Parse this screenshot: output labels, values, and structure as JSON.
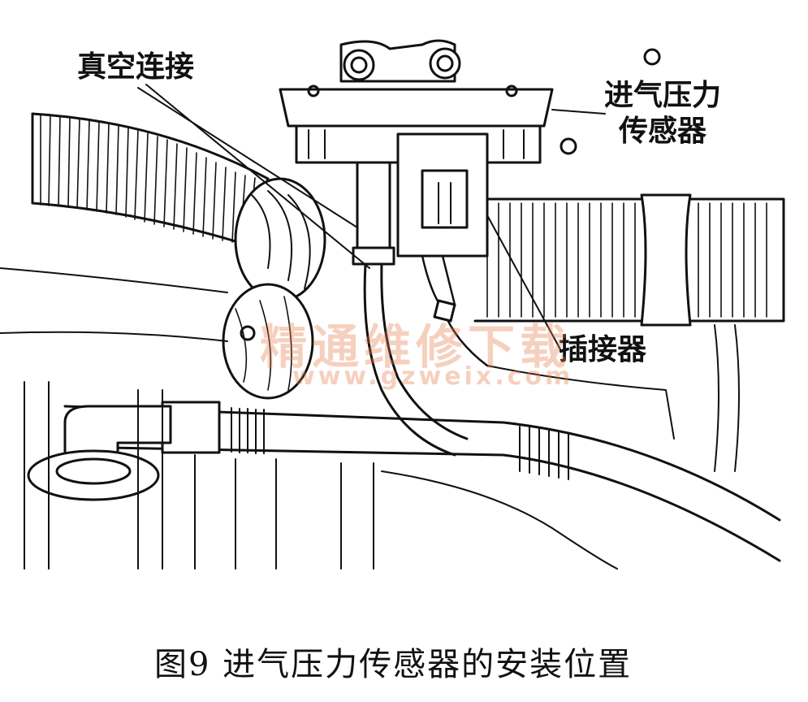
{
  "labels": {
    "vacuum_connection": "真空连接",
    "map_sensor_line1": "进气压力",
    "map_sensor_line2": "传感器",
    "connector": "插接器"
  },
  "caption": "图9  进气压力传感器的安装位置",
  "watermark": {
    "text": "精通维修下载",
    "url": "www.gzweix.com",
    "color": "#e87846"
  },
  "colors": {
    "line": "#111111",
    "background": "#ffffff"
  }
}
